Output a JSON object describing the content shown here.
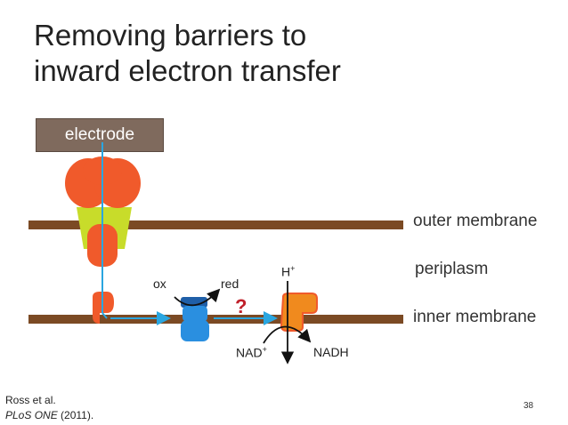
{
  "title": {
    "line1": "Removing barriers to",
    "line2": "inward electron transfer"
  },
  "electrode_label": "electrode",
  "membranes": {
    "outer": "outer membrane",
    "periplasm": "periplasm",
    "inner": "inner membrane"
  },
  "redox": {
    "ox": "ox",
    "red": "red",
    "question": "?"
  },
  "proton": {
    "symbol": "H",
    "charge": "+"
  },
  "cofactors": {
    "nad": "NAD",
    "nad_charge": "+",
    "nadh": "NADH"
  },
  "citation": {
    "authors": "Ross et al.",
    "journal": "PLoS ONE",
    "year": "(2011)."
  },
  "page_number": "38",
  "colors": {
    "membrane": "#7b4a24",
    "electrode": "#7f6a5d",
    "cytochrome": "#f05a2b",
    "porin": "#c8dc2a",
    "electron_path": "#2aa6e0",
    "quinone_pool": "#2a8fe0",
    "complex": "#f08a1e",
    "question": "#c0202a"
  }
}
